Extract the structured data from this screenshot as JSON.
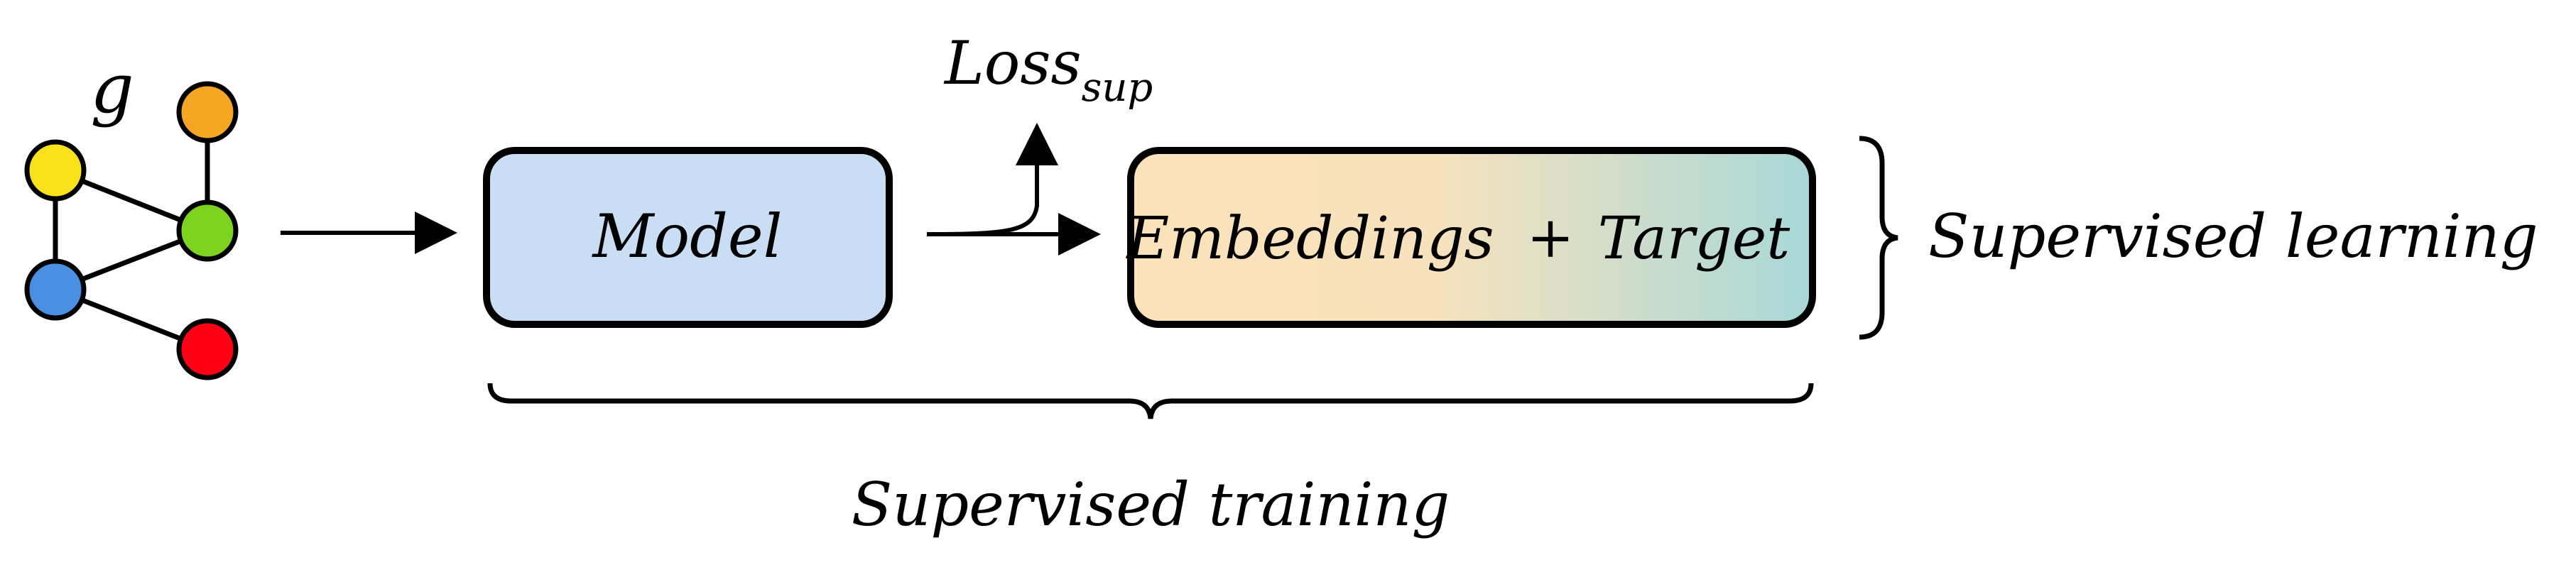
{
  "graph": {
    "label": "g",
    "nodes": [
      {
        "id": "yellow",
        "color": "#f9e21b"
      },
      {
        "id": "orange",
        "color": "#f5a623"
      },
      {
        "id": "green",
        "color": "#7ed321"
      },
      {
        "id": "blue",
        "color": "#4a90e2"
      },
      {
        "id": "red",
        "color": "#ff0015"
      }
    ]
  },
  "model_box": {
    "label": "Model",
    "fill": "#c9ddf4"
  },
  "loss": {
    "base": "Loss",
    "subscript": "sup"
  },
  "embeddings_box": {
    "embeddings_label": "Embeddings",
    "plus": "+",
    "target_label": "Target",
    "gradient_start": "#fbe2bb",
    "gradient_end": "#a8d8d8"
  },
  "right_brace": {
    "label": "Supervised learning"
  },
  "bottom_brace": {
    "label": "Supervised training"
  }
}
